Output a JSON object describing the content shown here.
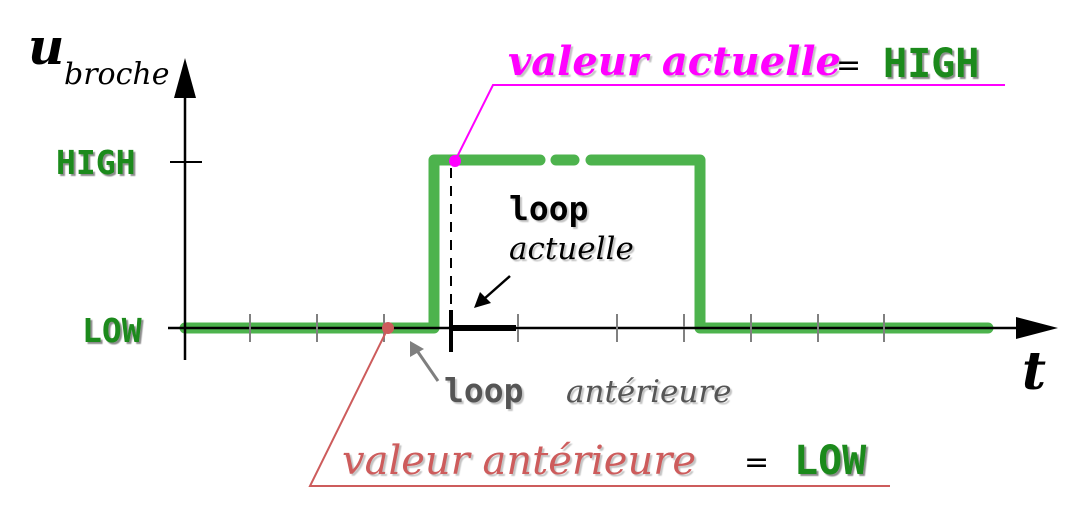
{
  "axes": {
    "y_symbol": "u",
    "y_subscript": "broche",
    "x_symbol": "t",
    "level_high": "HIGH",
    "level_low": "LOW"
  },
  "labels": {
    "current_value_text": "valeur actuelle",
    "current_equals": "=",
    "current_value": "HIGH",
    "current_loop_keyword": "loop",
    "current_loop_text": "actuelle",
    "previous_loop_keyword": "loop",
    "previous_loop_text": "antérieure",
    "previous_value_text": "valeur antérieure",
    "previous_equals": "=",
    "previous_value": "LOW"
  },
  "colors": {
    "signal": "#4db34d",
    "level_text": "#1a8a1a",
    "current_marker": "#ff00ff",
    "previous_marker": "#cd5c5c",
    "axis": "#000000",
    "tick": "#808080",
    "pointer_gray": "#7f7f7f"
  }
}
